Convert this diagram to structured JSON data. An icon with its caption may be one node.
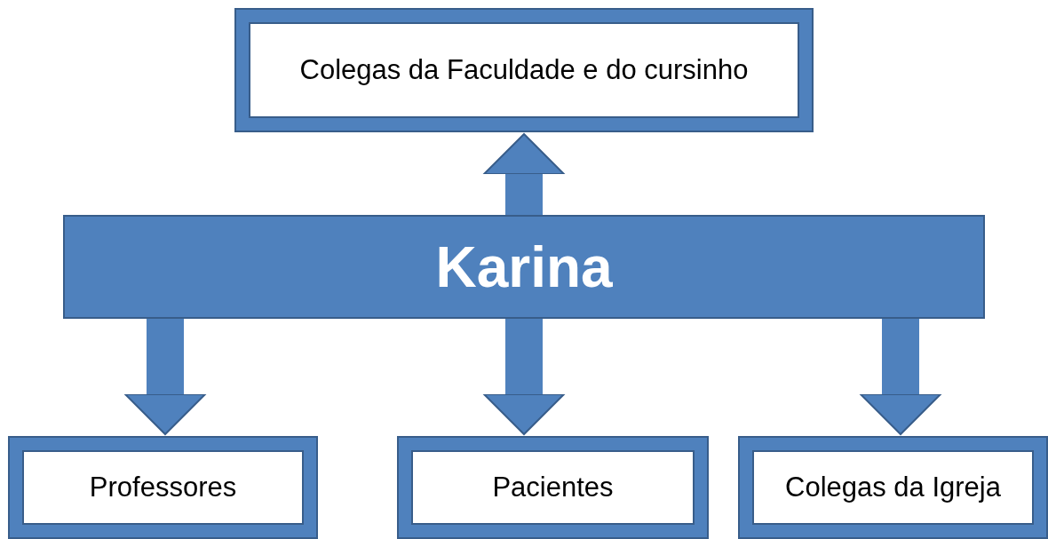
{
  "diagram": {
    "nodes": [
      {
        "text": [
          "Colegas da Faculdade e do cursinho"
        ]
      },
      {
        "text": [
          "Karina"
        ]
      },
      {
        "text": [
          "Professores"
        ]
      },
      {
        "text": [
          "Pacientes"
        ]
      },
      {
        "text": [
          "Colegas da Igreja"
        ]
      }
    ],
    "edges": [
      {
        "from": 1,
        "to": 0,
        "arrow": "to"
      },
      {
        "from": 1,
        "to": 2,
        "arrow": "to"
      },
      {
        "from": 1,
        "to": 3,
        "arrow": "to"
      },
      {
        "from": 1,
        "to": 4,
        "arrow": "to"
      }
    ]
  }
}
